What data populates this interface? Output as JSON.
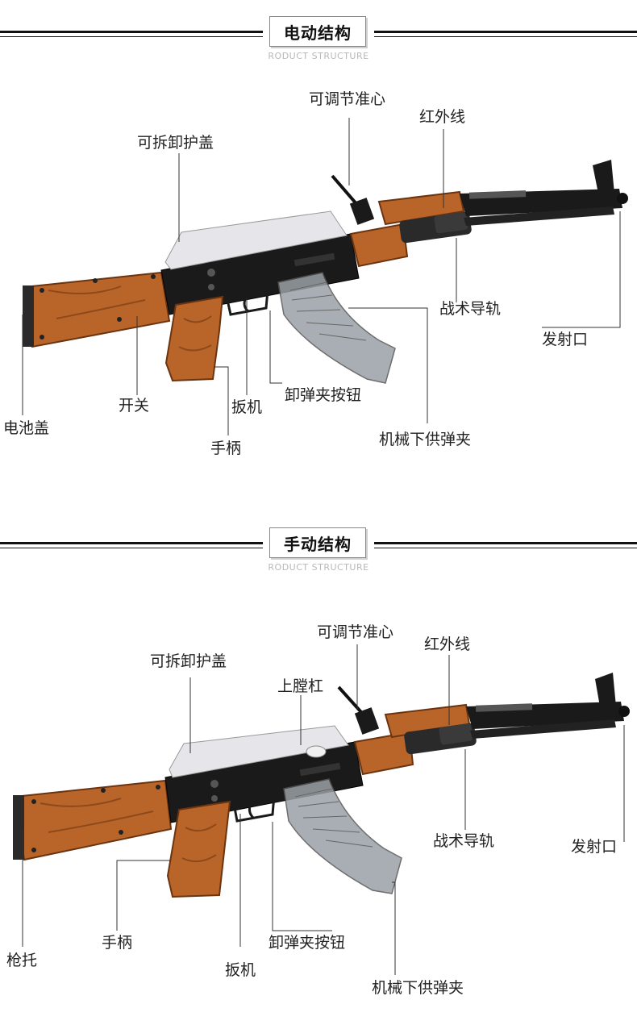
{
  "electric": {
    "title": "电动结构",
    "subtitle": "RODUCT STRUCTURE",
    "labels": {
      "adjustable_sight": "可调节准心",
      "infrared": "红外线",
      "removable_cover": "可拆卸护盖",
      "tactical_rail": "战术导轨",
      "muzzle": "发射口",
      "battery_cover": "电池盖",
      "switch": "开关",
      "trigger": "扳机",
      "mag_release": "卸弹夹按钮",
      "grip": "手柄",
      "magazine": "机械下供弹夹"
    }
  },
  "manual": {
    "title": "手动结构",
    "subtitle": "RODUCT STRUCTURE",
    "labels": {
      "adjustable_sight": "可调节准心",
      "infrared": "红外线",
      "removable_cover": "可拆卸护盖",
      "charging_handle": "上膛杠",
      "tactical_rail": "战术导轨",
      "muzzle": "发射口",
      "stock": "枪托",
      "grip": "手柄",
      "trigger": "扳机",
      "mag_release": "卸弹夹按钮",
      "magazine": "机械下供弹夹"
    }
  },
  "colors": {
    "wood": "#b9652a",
    "wood_dark": "#7a3d14",
    "metal": "#1a1a1a",
    "cover": "#e6e6ea",
    "magazine": "#9aa0a6"
  }
}
